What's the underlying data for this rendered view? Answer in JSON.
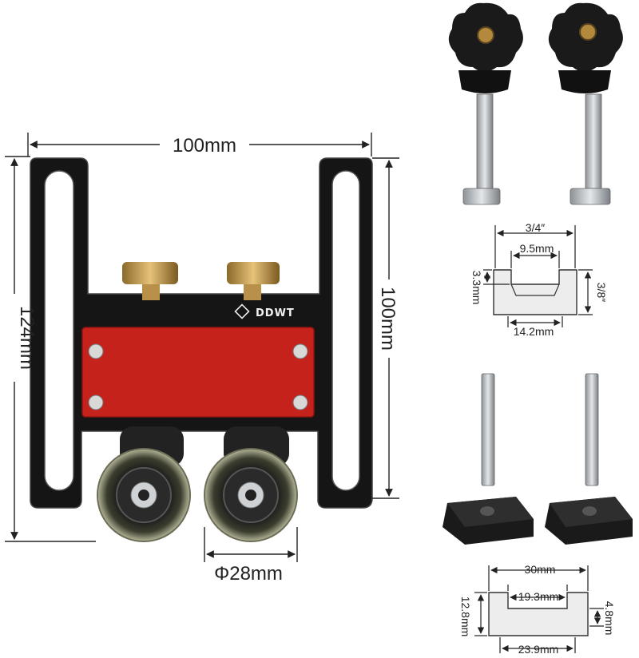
{
  "main_device": {
    "brand": "DDWT",
    "width_label": "100mm",
    "height_label": "124mm",
    "inner_height_label": "100mm",
    "wheel_label": "Φ28mm"
  },
  "profile_top": {
    "outer_width": "3/4″",
    "inner_width": "9.5mm",
    "left_height": "3.3mm",
    "right_height": "3/8″",
    "bottom_width": "14.2mm"
  },
  "profile_bottom": {
    "outer_width": "30mm",
    "inner_width": "19.3mm",
    "left_height": "12.8mm",
    "right_height": "4.8mm",
    "bottom_width": "23.9mm"
  }
}
